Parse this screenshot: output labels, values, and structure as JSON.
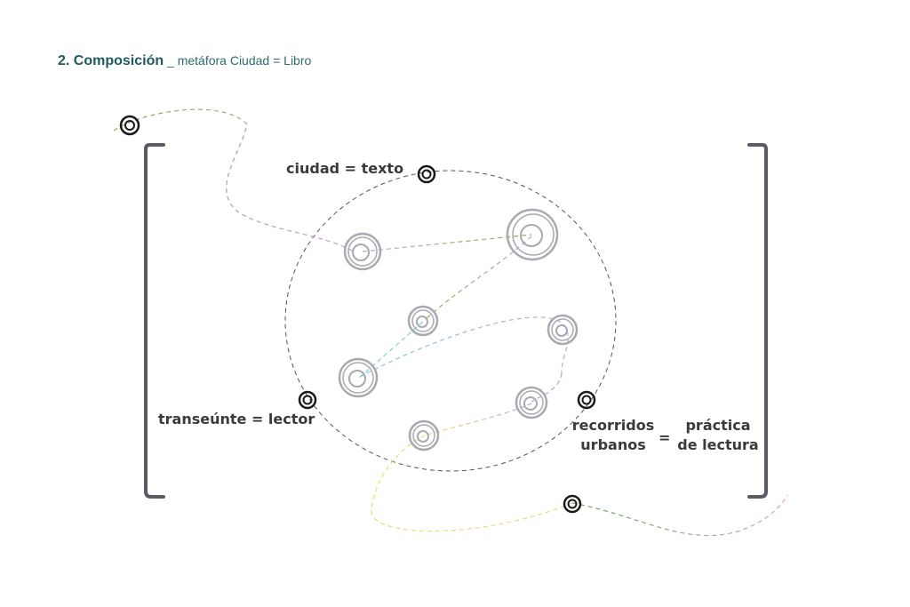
{
  "header": {
    "number_title": "2. Composición",
    "separator": " _ ",
    "subtitle": "metáfora Ciudad = Libro"
  },
  "labels": {
    "ciudad_texto": "ciudad = texto",
    "transeunte_lector": "transeúnte = lector",
    "recorridos_line1": "recorridos",
    "recorridos_line2": "urbanos",
    "equals": "=",
    "practica_line1": "práctica",
    "practica_line2": "de lectura"
  },
  "colors": {
    "header_bold": "#1f5a5d",
    "bracket": "#5b5b66",
    "node_gray": "#a9a9b0",
    "marker": "#1a1a1a",
    "dash_green": "#8ab04a",
    "dash_purple": "#c8a0d8",
    "dash_yellow": "#e8e060",
    "dash_cyan": "#7ed0d8"
  },
  "icons": [
    "target-node-icon",
    "city-node-icon"
  ]
}
